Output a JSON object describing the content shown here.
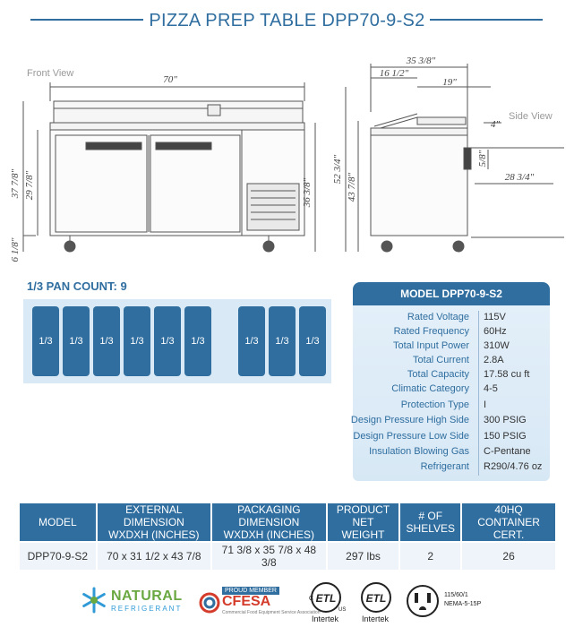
{
  "title": "PIZZA PREP TABLE DPP70-9-S2",
  "front_view": {
    "label": "Front View",
    "dims": {
      "width": "70\"",
      "left_height": "37 7/8\"",
      "inner_height": "29 7/8\"",
      "caster": "6 1/8\"",
      "right_height": "36 3/8\""
    }
  },
  "side_view": {
    "label": "Side View",
    "dims": {
      "depth": "35 3/8\"",
      "upper": "16 1/2\"",
      "lid": "19\"",
      "total_height": "52 3/4\"",
      "body_height": "43 7/8\"",
      "rail": "4\"",
      "drawer": "5/8\"",
      "door_open": "28 3/4\""
    }
  },
  "pan_count": {
    "heading": "1/3 PAN COUNT: 9",
    "pans": [
      "1/3",
      "1/3",
      "1/3",
      "1/3",
      "1/3",
      "1/3",
      "1/3",
      "1/3",
      "1/3"
    ]
  },
  "specs": {
    "heading": "MODEL DPP70-9-S2",
    "rows": [
      {
        "label": "Rated  Voltage",
        "value": "115V"
      },
      {
        "label": "Rated  Frequency",
        "value": "60Hz"
      },
      {
        "label": "Total Input Power",
        "value": "310W"
      },
      {
        "label": "Total Current",
        "value": "2.8A"
      },
      {
        "label": "Total Capacity",
        "value": "17.58 cu ft"
      },
      {
        "label": "Climatic Category",
        "value": "4-5"
      },
      {
        "label": "Protection Type",
        "value": "I"
      },
      {
        "label": "Design Pressure High Side",
        "value": "300 PSIG"
      },
      {
        "label": "Design Pressure Low Side",
        "value": "150 PSIG"
      },
      {
        "label": "Insulation Blowing Gas",
        "value": "C-Pentane"
      },
      {
        "label": "Refrigerant",
        "value": "R290/4.76 oz"
      }
    ]
  },
  "summary_table": {
    "headers": {
      "model": "MODEL",
      "external_1": "EXTERNAL DIMENSION",
      "external_2": "WXDXH (INCHES)",
      "packaging_1": "PACKAGING DIMENSION",
      "packaging_2": "WXDXH (INCHES)",
      "weight_1": "PRODUCT NET",
      "weight_2": "WEIGHT",
      "shelves_1": "# OF",
      "shelves_2": "SHELVES",
      "container_1": "40HQ",
      "container_2": "CONTAINER CERT."
    },
    "row": {
      "model": "DPP70-9-S2",
      "external": "70 x 31 1/2 x 43 7/8",
      "packaging": "71 3/8 x 35 7/8 x 48 3/8",
      "weight": "297 lbs",
      "shelves": "2",
      "container": "26"
    }
  },
  "certifications": {
    "natural_1": "NATURAL",
    "natural_2": "REFRIGERANT",
    "cfesa_proud": "PROUD MEMBER",
    "cfesa_name": "CFESA",
    "cfesa_sub": "Commercial Food Equipment Service Association",
    "etl_mark": "ETL",
    "etl_c": "C",
    "etl_us": "US",
    "intertek_1": "Intertek",
    "intertek_2": "Intertek",
    "plug_spec_1": "115/60/1",
    "plug_spec_2": "NEMA-5-15P"
  },
  "colors": {
    "accent": "#2f6e9f",
    "panel_bg": "#d9eaf6",
    "text": "#333333"
  }
}
